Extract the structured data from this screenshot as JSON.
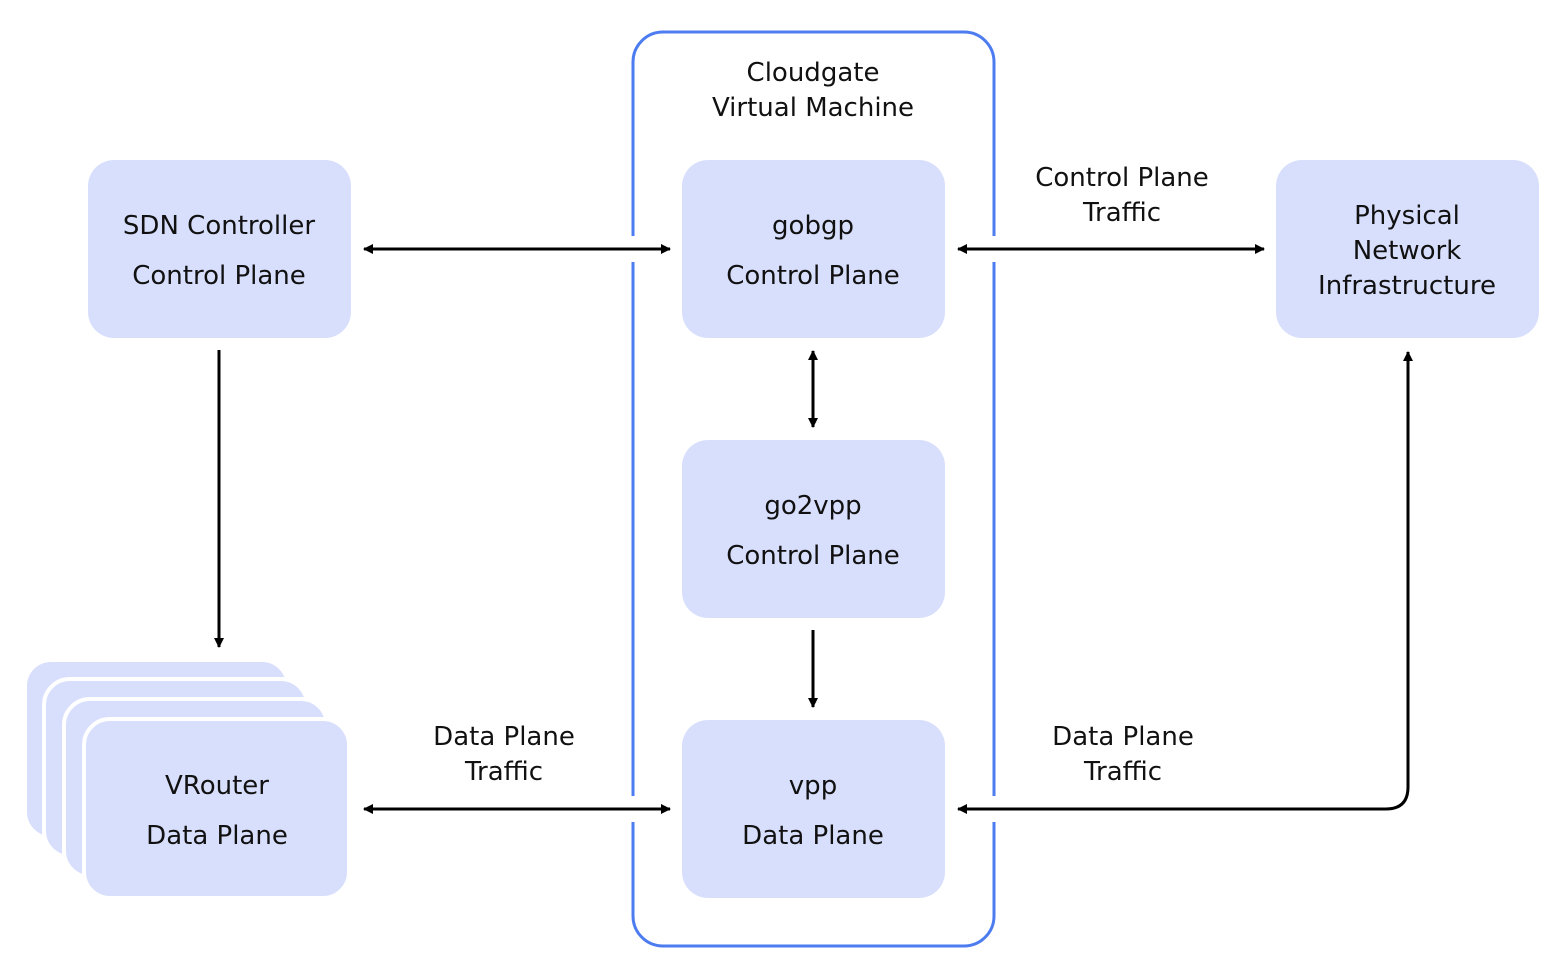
{
  "colors": {
    "node_fill": "#d8dffc",
    "node_fill_stack": "#d8dffc",
    "stack_border": "#ffffff",
    "group_border": "#4c7cf0",
    "arrow": "#000000",
    "text": "#111111",
    "background": "#ffffff"
  },
  "group": {
    "title_line1": "Cloudgate",
    "title_line2": "Virtual Machine"
  },
  "nodes": {
    "sdn": {
      "line1": "SDN Controller",
      "line2": "Control Plane"
    },
    "gobgp": {
      "line1": "gobgp",
      "line2": "Control Plane"
    },
    "go2vpp": {
      "line1": "go2vpp",
      "line2": "Control Plane"
    },
    "vpp": {
      "line1": "vpp",
      "line2": "Data Plane"
    },
    "vrouter": {
      "line1": "VRouter",
      "line2": "Data Plane"
    },
    "physical": {
      "line1": "Physical",
      "line2": "Network",
      "line3": "Infrastructure"
    }
  },
  "edges": {
    "control_traffic": {
      "line1": "Control Plane",
      "line2": "Traffic"
    },
    "data_traffic_left": {
      "line1": "Data Plane",
      "line2": "Traffic"
    },
    "data_traffic_right": {
      "line1": "Data Plane",
      "line2": "Traffic"
    }
  }
}
